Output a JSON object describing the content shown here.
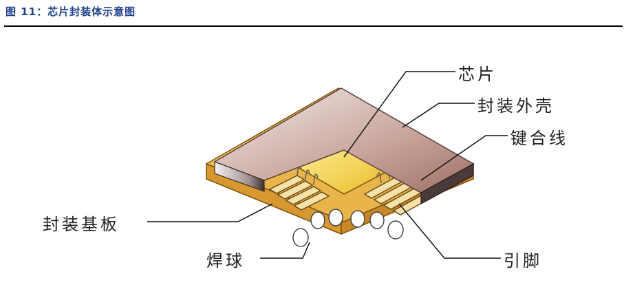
{
  "figure": {
    "title": "图 11：芯片封装体示意图"
  },
  "labels": {
    "chip": "芯片",
    "shell": "封装外壳",
    "bond_wire": "键合线",
    "substrate": "封装基板",
    "solder_ball": "焊球",
    "lead": "引脚"
  },
  "colors": {
    "title": "#1c3f8a",
    "shell_top": "#b89088",
    "chip": "#f0c830",
    "substrate": "#e8b040"
  }
}
